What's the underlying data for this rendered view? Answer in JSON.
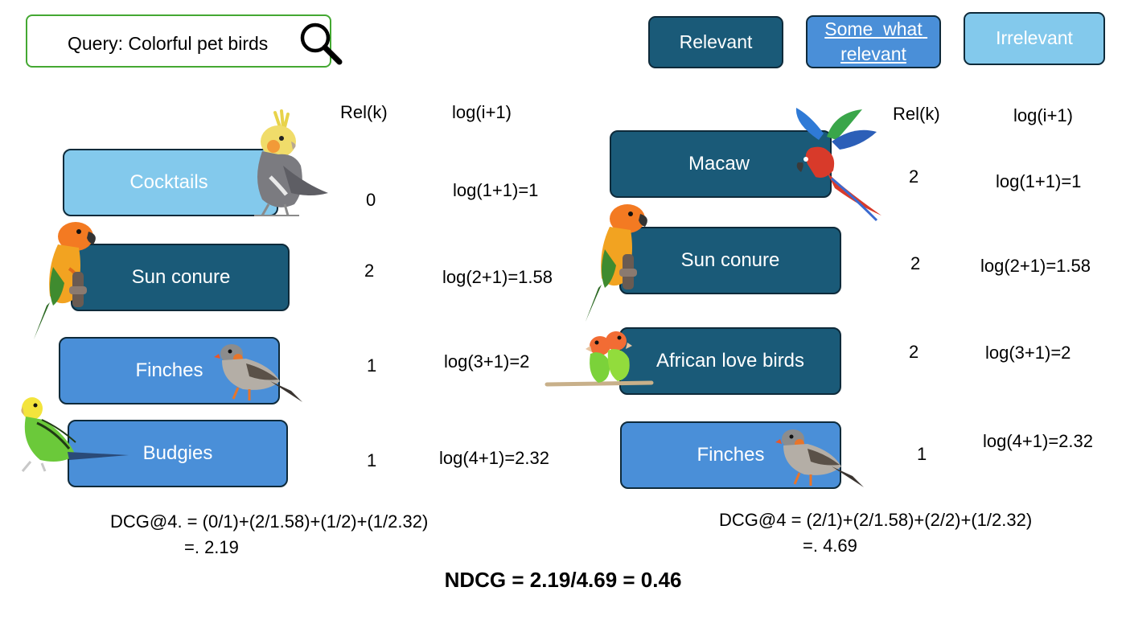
{
  "query": {
    "text": "Query: Colorful pet birds",
    "icon": "magnifier-icon"
  },
  "legend": [
    {
      "label": "Relevant",
      "color": "#1a5a78"
    },
    {
      "label": "Some  what relevant",
      "color": "#4a8fd8"
    },
    {
      "label": "Irrelevant",
      "color": "#83c9ec"
    }
  ],
  "left": {
    "rel_header": "Rel(k)",
    "log_header": "log(i+1)",
    "items": [
      {
        "label": "Cocktails",
        "rel": "0",
        "log": "log(1+1)=1",
        "class": "irrelevant",
        "bird": "cockatiel"
      },
      {
        "label": "Sun conure",
        "rel": "2",
        "log": "log(2+1)=1.58",
        "class": "relevant",
        "bird": "sun-conure"
      },
      {
        "label": "Finches",
        "rel": "1",
        "log": "log(3+1)=2",
        "class": "some-what-relevant",
        "bird": "finch"
      },
      {
        "label": "Budgies",
        "rel": "1",
        "log": "log(4+1)=2.32",
        "class": "some-what-relevant",
        "bird": "budgie"
      }
    ],
    "dcg_line1": "DCG@4. = (0/1)+(2/1.58)+(1/2)+(1/2.32)",
    "dcg_line2": "=. 2.19"
  },
  "right": {
    "rel_header": "Rel(k)",
    "log_header": "log(i+1)",
    "items": [
      {
        "label": "Macaw",
        "rel": "2",
        "log": "log(1+1)=1",
        "class": "relevant",
        "bird": "macaw"
      },
      {
        "label": "Sun conure",
        "rel": "2",
        "log": "log(2+1)=1.58",
        "class": "relevant",
        "bird": "sun-conure"
      },
      {
        "label": "African love birds",
        "rel": "2",
        "log": "log(3+1)=2",
        "class": "relevant",
        "bird": "lovebirds"
      },
      {
        "label": "Finches",
        "rel": "1",
        "log": "log(4+1)=2.32",
        "class": "some-what-relevant",
        "bird": "finch"
      }
    ],
    "dcg_line1": "DCG@4 = (2/1)+(2/1.58)+(2/2)+(1/2.32)",
    "dcg_line2": "=. 4.69"
  },
  "ndcg": "NDCG = 2.19/4.69 = 0.46"
}
